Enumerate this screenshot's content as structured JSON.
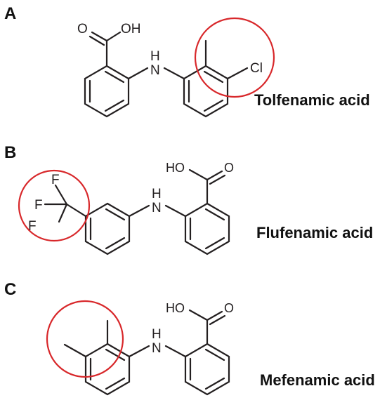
{
  "panels": [
    {
      "letter": "A",
      "name": "Tolfenamic acid",
      "atoms": {
        "carbonyl_o": "O",
        "hydroxyl": "OH",
        "nh_h": "H",
        "nh_n": "N",
        "chloro": "Cl"
      },
      "highlight_color": "#d8282b"
    },
    {
      "letter": "B",
      "name": "Flufenamic acid",
      "atoms": {
        "hydroxyl": "HO",
        "carbonyl_o": "O",
        "nh_h": "H",
        "nh_n": "N",
        "f1": "F",
        "f2": "F",
        "f3": "F"
      },
      "highlight_color": "#d8282b"
    },
    {
      "letter": "C",
      "name": "Mefenamic acid",
      "atoms": {
        "hydroxyl": "HO",
        "carbonyl_o": "O",
        "nh_h": "H",
        "nh_n": "N"
      },
      "highlight_color": "#d8282b"
    }
  ]
}
